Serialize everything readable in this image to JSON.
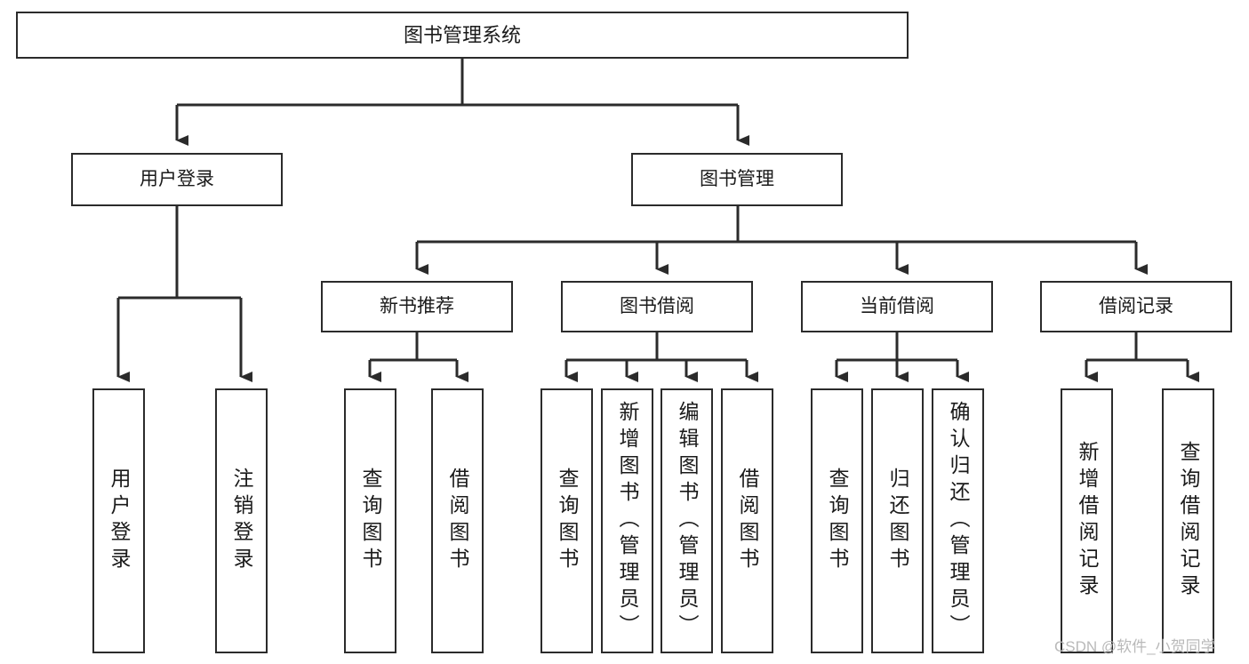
{
  "diagram": {
    "title": "图书管理系统",
    "type": "hierarchy-tree",
    "watermark": "CSDN @软件_小贺同学",
    "colors": {
      "box_border": "#2b2b2b",
      "box_fill": "#ffffff",
      "connector": "#2b2b2b",
      "text": "#1a1a1a",
      "watermark": "#b9b9b9"
    },
    "levels": {
      "root": "图书管理系统",
      "level2": [
        "用户登录",
        "图书管理"
      ],
      "level3": [
        "新书推荐",
        "图书借阅",
        "当前借阅",
        "借阅记录"
      ]
    },
    "nodes": {
      "root": {
        "label": "图书管理系统"
      },
      "user_login": {
        "label": "用户登录"
      },
      "book_manage": {
        "label": "图书管理"
      },
      "new_book_rec": {
        "label": "新书推荐"
      },
      "book_borrow": {
        "label": "图书借阅"
      },
      "current_borrow": {
        "label": "当前借阅"
      },
      "borrow_record": {
        "label": "借阅记录"
      },
      "leaf_user_login": {
        "label": "用户登录"
      },
      "leaf_logout": {
        "label": "注销登录"
      },
      "leaf_query_book_1": {
        "label": "查询图书"
      },
      "leaf_borrow_book_1": {
        "label": "借阅图书"
      },
      "leaf_query_book_2": {
        "label": "查询图书"
      },
      "leaf_add_book_admin": {
        "label": "新增图书（管理员）"
      },
      "leaf_edit_book_admin": {
        "label": "编辑图书（管理员）"
      },
      "leaf_borrow_book_2": {
        "label": "借阅图书"
      },
      "leaf_query_book_3": {
        "label": "查询图书"
      },
      "leaf_return_book": {
        "label": "归还图书"
      },
      "leaf_confirm_return_admin": {
        "label": "确认归还（管理员）"
      },
      "leaf_add_borrow_record": {
        "label": "新增借阅记录"
      },
      "leaf_query_borrow_record": {
        "label": "查询借阅记录"
      }
    },
    "edges": [
      {
        "from": "图书管理系统",
        "to": "用户登录"
      },
      {
        "from": "图书管理系统",
        "to": "图书管理"
      },
      {
        "from": "用户登录",
        "to": "用户登录"
      },
      {
        "from": "用户登录",
        "to": "注销登录"
      },
      {
        "from": "图书管理",
        "to": "新书推荐"
      },
      {
        "from": "图书管理",
        "to": "图书借阅"
      },
      {
        "from": "图书管理",
        "to": "当前借阅"
      },
      {
        "from": "图书管理",
        "to": "借阅记录"
      },
      {
        "from": "新书推荐",
        "to": "查询图书"
      },
      {
        "from": "新书推荐",
        "to": "借阅图书"
      },
      {
        "from": "图书借阅",
        "to": "查询图书"
      },
      {
        "from": "图书借阅",
        "to": "新增图书（管理员）"
      },
      {
        "from": "图书借阅",
        "to": "编辑图书（管理员）"
      },
      {
        "from": "图书借阅",
        "to": "借阅图书"
      },
      {
        "from": "当前借阅",
        "to": "查询图书"
      },
      {
        "from": "当前借阅",
        "to": "归还图书"
      },
      {
        "from": "当前借阅",
        "to": "确认归还（管理员）"
      },
      {
        "from": "借阅记录",
        "to": "新增借阅记录"
      },
      {
        "from": "借阅记录",
        "to": "查询借阅记录"
      }
    ]
  }
}
